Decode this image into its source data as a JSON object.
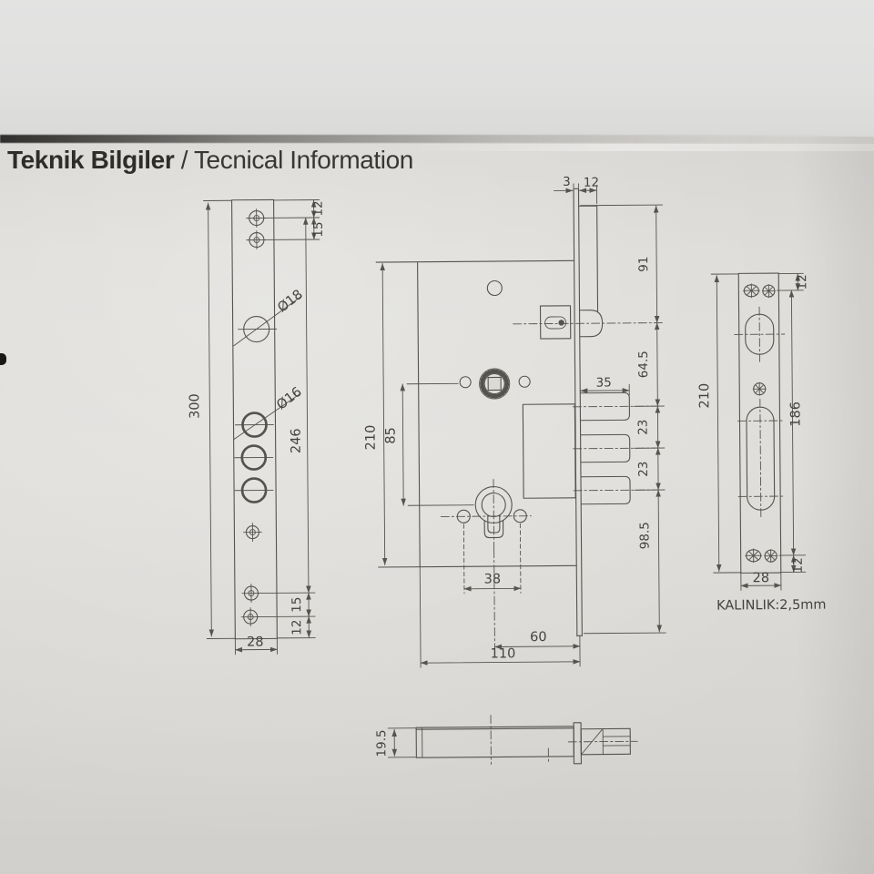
{
  "title": {
    "bold": "Teknik Bilgiler",
    "regular": " / Tecnical Information"
  },
  "front_plate": {
    "height": "300",
    "width": "28",
    "top_offset_1": "12",
    "top_offset_2": "15",
    "hole_large": "Ø18",
    "hole_small": "Ø16",
    "span": "246",
    "bottom_offset_1": "15",
    "bottom_offset_2": "12"
  },
  "lock_body": {
    "plate_thickness": "3",
    "plate_lip": "12",
    "height": "210",
    "axis_spacing": "85",
    "top_to_latch": "91",
    "latch_to_bolt": "64.5",
    "bolt_gap_1": "23",
    "bolt_gap_2": "23",
    "bolt_to_bottom": "98.5",
    "bolt_throw": "35",
    "screw_span": "38",
    "backset": "60",
    "depth": "110"
  },
  "strike_plate": {
    "height": "210",
    "top_screw_offset": "12",
    "screw_span": "186",
    "bottom_screw_offset": "12",
    "width": "28",
    "note": "KALINLIK:2,5mm"
  },
  "side_view": {
    "thickness": "19.5"
  },
  "colors": {
    "paper": "#dcdad5",
    "line": "#55534e",
    "text": "#45433f",
    "title": "#2e2d2a"
  }
}
